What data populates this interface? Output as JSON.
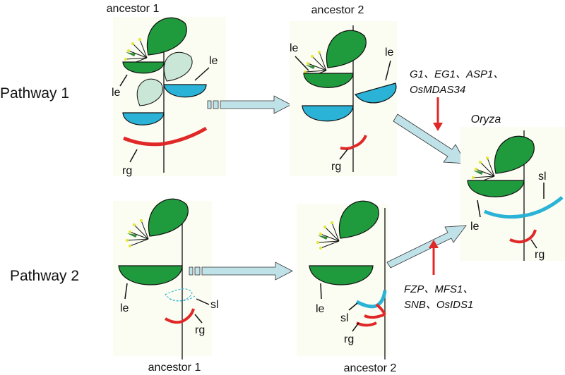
{
  "titles": {
    "top_ancestor1": "ancestor 1",
    "top_ancestor2": "ancestor 2",
    "bottom_ancestor1": "ancestor 1",
    "bottom_ancestor2": "ancestor 2",
    "oryza": "Oryza"
  },
  "pathways": {
    "p1": "Pathway 1",
    "p2": "Pathway 2"
  },
  "labels": {
    "le": "le",
    "rg": "rg",
    "sl": "sl"
  },
  "genes": {
    "p1_line1": "G1、EG1、ASP1、",
    "p1_line2": "OsMDAS34",
    "p2_line1": "FZP、MFS1、",
    "p2_line2": "SNB、OsIDS1"
  },
  "colors": {
    "glume_green": "#1f9a3c",
    "lemma_blue": "#2ab3d6",
    "rudimentary_red": "#e02828",
    "arrow_fill": "#bfe1e8",
    "panel_bg": "#fbfcf2"
  }
}
